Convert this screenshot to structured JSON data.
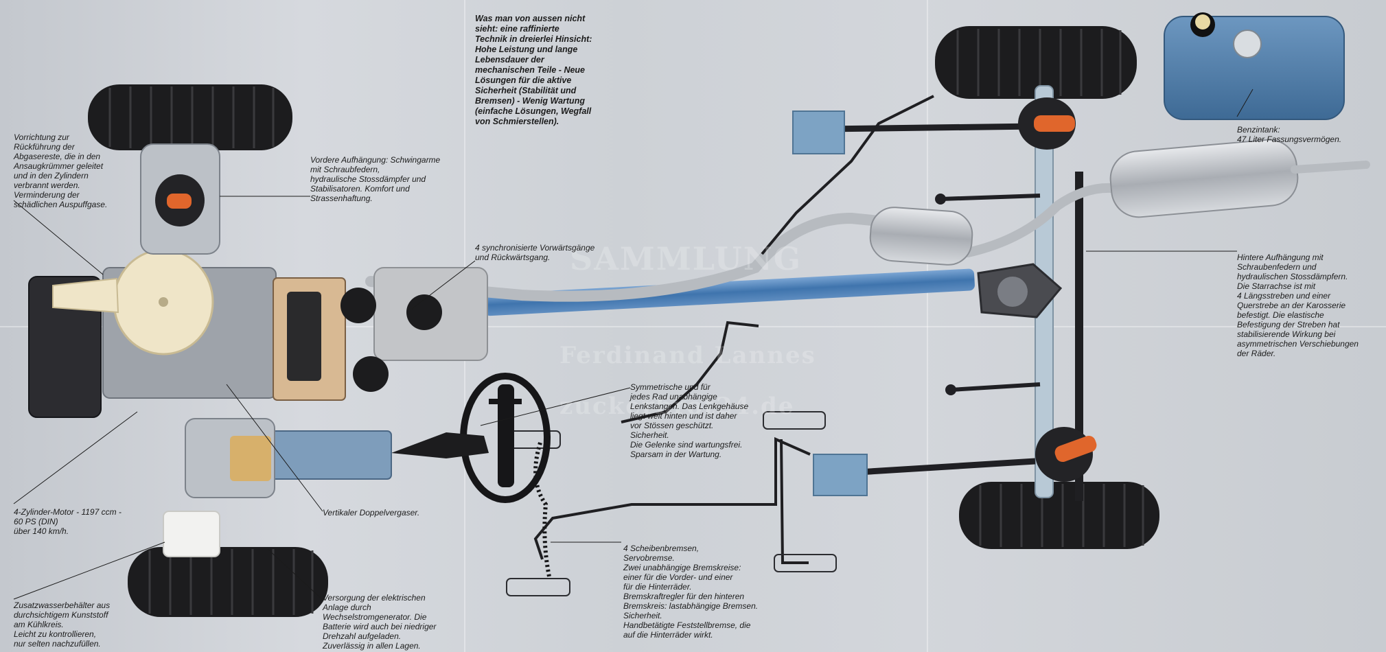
{
  "intro": "Was man von aussen nicht\nsieht: eine raffinierte\nTechnik in dreierlei Hinsicht:\nHohe Leistung und lange\nLebensdauer der\nmechanischen Teile - Neue\nLösungen für die aktive\nSicherheit (Stabilität und\nBremsen) - Wenig Wartung\n(einfache Lösungen, Wegfall\nvon Schmierstellen).",
  "captions": {
    "exhaust_recirculation": "Vorrichtung zur\nRückführung der\nAbgasereste, die in den\nAnsaugkrümmer geleitet\nund in den Zylindern\nverbrannt werden.\nVerminderung der\nschädlichen Auspuffgase.",
    "front_suspension": "Vordere Aufhängung: Schwingarme\nmit Schraubfedern,\nhydraulische Stossdämpfer und\nStabilisatoren. Komfort und\nStrassenhaftung.",
    "gearbox": "4 synchronisierte Vorwärtsgänge\nund Rückwärtsgang.",
    "fuel_tank": "Benzintank:\n47 Liter Fassungsvermögen.",
    "rear_suspension": "Hintere Aufhängung mit\nSchraubenfedern und\nhydraulischen Stossdämpfern.\nDie Starrachse ist mit\n4 Längsstreben und einer\nQuerstrebe an der Karosserie\nbefestigt. Die elastische\nBefestigung der Streben hat\nstabilisierende Wirkung bei\nasymmetrischen Verschiebungen\nder Räder.",
    "steering": "Symmetrische und für\njedes Rad unabhängige\nLenkstangen. Das Lenkgehäuse\nliegt weit hinten und ist daher\nvor Stössen geschützt.\nSicherheit.\nDie Gelenke sind wartungsfrei.\nSparsam in der Wartung.",
    "engine": "4-Zylinder-Motor - 1197 ccm -\n60 PS (DIN)\nüber 140 km/h.",
    "carburetor": "Vertikaler Doppelvergaser.",
    "coolant_tank": "Zusatzwasserbehälter aus\ndurchsichtigem Kunststoff\nam Kühlkreis.\nLeicht zu kontrollieren,\nnur selten nachzufüllen.",
    "electrical": "Versorgung der elektrischen\nAnlage durch\nWechselstromgenerator. Die\nBatterie wird auch bei niedriger\nDrehzahl aufgeladen.\nZuverlässig in allen Lagen.",
    "brakes": "4 Scheibenbremsen,\nServobremse.\nZwei unabhängige Bremskreise:\neiner für die Vorder- und einer\nfür die Hinterräder.\nBremskraftregler für den hinteren\nBremskreis: lastabhängige Bremsen.\nSicherheit.\nHandbetätigte Feststellbremse, die\nauf die Hinterräder wirkt."
  },
  "watermark": {
    "line1": "SAMMLUNG",
    "line2": "Ferdinand Lannes",
    "line3": "zuckerbrot24.de"
  },
  "colors": {
    "background": "#cdd1d6",
    "tire": "#1c1c1e",
    "frame_blue": "#4f82b8",
    "exhaust_silver": "#c3c6ca",
    "tank_blue": "#4b7aa6",
    "spring_orange": "#e0662c",
    "caption_text": "#1b1b1b"
  }
}
